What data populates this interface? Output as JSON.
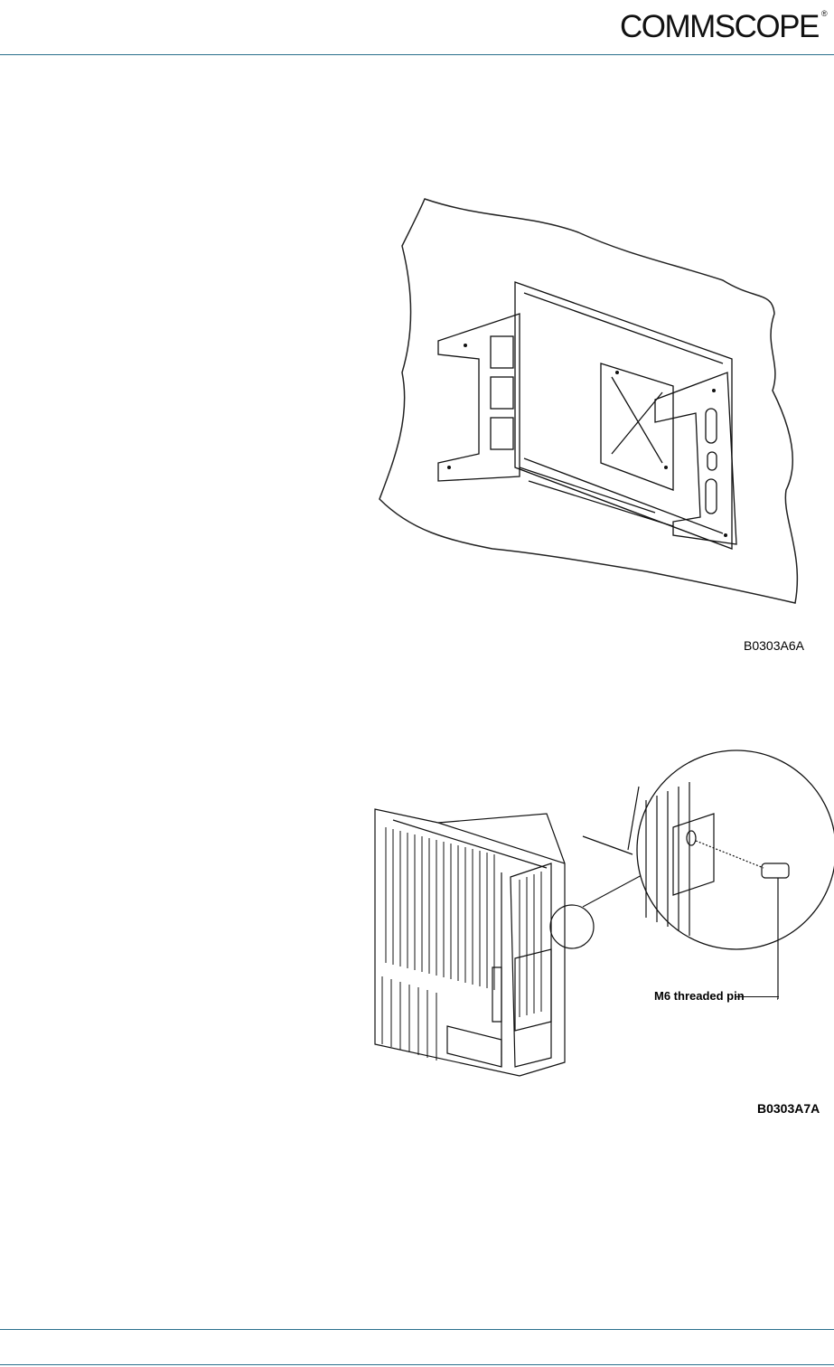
{
  "header": {
    "logo_text": "COMMSCOPE",
    "logo_mark": "®",
    "accent_color": "#2a6f8c"
  },
  "figure1": {
    "code": "B0303A6A",
    "content": "wall-mount-bracket-drawing"
  },
  "figure2": {
    "code": "B0303A7A",
    "callout": "M6 threaded pin",
    "content": "unit-mounted-on-bracket-with-detail"
  }
}
